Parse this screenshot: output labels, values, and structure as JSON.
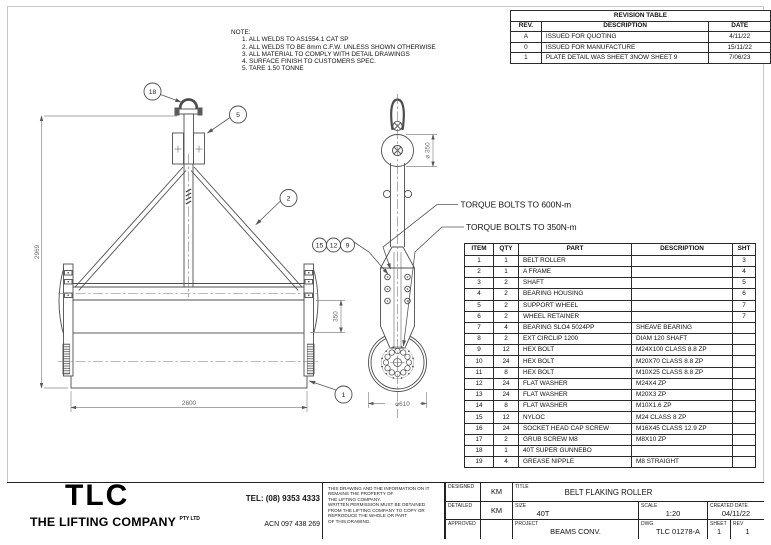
{
  "colors": {
    "line": "#4d4d4d",
    "dim_line": "#8a8a8a",
    "dim_text": "#666666",
    "text": "#111111",
    "table_border": "#2b2b2b"
  },
  "notes": {
    "heading": "NOTE:",
    "items": [
      "1.  ALL WELDS TO AS1554.1 CAT SP",
      "2.  ALL WELDS TO BE 8mm C.F.W. UNLESS SHOWN OTHERWISE",
      "3.  ALL MATERIAL TO COMPLY WITH DETAIL DRAWINGS",
      "4.  SURFACE FINISH TO CUSTOMERS SPEC.",
      "5.  TARE 1.50 TONNE"
    ]
  },
  "revision_table": {
    "title": "REVISION TABLE",
    "headers": [
      "REV.",
      "DESCRIPTION",
      "DATE"
    ],
    "rows": [
      [
        "A",
        "ISSUED FOR QUOTING",
        "4/11/22"
      ],
      [
        "0",
        "ISSUED FOR MANUFACTURE",
        "15/11/22"
      ],
      [
        "1",
        "PLATE DETAIL WAS SHEET 3NOW SHEET 9",
        "7/06/23"
      ]
    ]
  },
  "callouts": {
    "torque_600": "TORQUE BOLTS TO 600N-m",
    "torque_350": "TORQUE BOLTS TO 350N-m"
  },
  "dimensions": {
    "overall_height": "2969",
    "beam_to_roller": "350",
    "roller_length": "2600",
    "support_wheel_dia": "⌀ 350",
    "roller_dia": "⌀610"
  },
  "balloons": {
    "shackle": "18",
    "support_wheel": "5",
    "a_frame": "2",
    "nyloc": "15",
    "washer": "12",
    "bolt": "9",
    "belt_roller": "1"
  },
  "parts_table": {
    "headers": [
      "ITEM",
      "QTY",
      "PART",
      "DESCRIPTION",
      "SHT"
    ],
    "rows": [
      [
        "1",
        "1",
        "BELT ROLLER",
        "",
        "3"
      ],
      [
        "2",
        "1",
        "A FRAME",
        "",
        "4"
      ],
      [
        "3",
        "2",
        "SHAFT",
        "",
        "5"
      ],
      [
        "4",
        "2",
        "BEARING HOUSING",
        "",
        "6"
      ],
      [
        "5",
        "2",
        "SUPPORT WHEEL",
        "",
        "7"
      ],
      [
        "6",
        "2",
        "WHEEL RETAINER",
        "",
        "7"
      ],
      [
        "7",
        "4",
        "BEARING SLO4 5024PP",
        "SHEAVE BEARING",
        ""
      ],
      [
        "8",
        "2",
        "EXT CIRCLIP 1200",
        "DIAM 120 SHAFT",
        ""
      ],
      [
        "9",
        "12",
        "HEX BOLT",
        "M24X100 CLASS 8.8 ZP",
        ""
      ],
      [
        "10",
        "24",
        "HEX BOLT",
        "M20X70 CLASS 8.8 ZP",
        ""
      ],
      [
        "11",
        "8",
        "HEX BOLT",
        "M10X25 CLASS 8.8 ZP",
        ""
      ],
      [
        "12",
        "24",
        "FLAT WASHER",
        "M24X4 ZP",
        ""
      ],
      [
        "13",
        "24",
        "FLAT WASHER",
        "M20X3 ZP",
        ""
      ],
      [
        "14",
        "8",
        "FLAT WASHER",
        "M10X1.6 ZP",
        ""
      ],
      [
        "15",
        "12",
        "NYLOC",
        "M24 CLASS 8 ZP",
        ""
      ],
      [
        "16",
        "24",
        "SOCKET HEAD CAP SCREW",
        "M16X45 CLASS 12.9 ZP",
        ""
      ],
      [
        "17",
        "2",
        "GRUB SCREW M8",
        "M8X10 ZP",
        ""
      ],
      [
        "18",
        "1",
        "40T SUPER GUNNEBO",
        "",
        ""
      ],
      [
        "19",
        "4",
        "GREASE NIPPLE",
        "M8 STRAIGHT",
        ""
      ]
    ]
  },
  "company": {
    "logo": "TLC",
    "name": "THE LIFTING COMPANY",
    "suffix": "PTY LTD",
    "tel": "TEL: (08) 9353 4333",
    "acn": "ACN 097 438 269",
    "copyright_lines": [
      "THIS DRAWING AND THE INFORMATION ON IT",
      "REMAINS THE PROPERTY OF",
      "THE LIFTING COMPANY.",
      "WRITTEN PERMISSION MUST BE OBTAINED",
      "FROM THE LIFTING COMPANY TO COPY OR",
      "REPRODUCE THE WHOLE OR PART",
      "OF THIS DRAWING."
    ]
  },
  "title_block": {
    "designed_label": "DESIGNED",
    "designed": "KM",
    "detailed_label": "DETAILED",
    "detailed": "KM",
    "approved_label": "APPROVED",
    "approved": "",
    "title_label": "TITLE",
    "title": "BELT FLAKING ROLLER",
    "size_label": "SIZE",
    "size": "40T",
    "scale_label": "SCALE",
    "scale": "1:20",
    "created_label": "CREATED DATE",
    "created": "04/11/22",
    "project_label": "PROJECT",
    "project": "BEAMS CONV.",
    "dwg_label": "DWG",
    "dwg": "TLC 01278-A",
    "sheet_label": "SHEET",
    "sheet": "1",
    "rev_label": "REV",
    "rev": "1"
  }
}
